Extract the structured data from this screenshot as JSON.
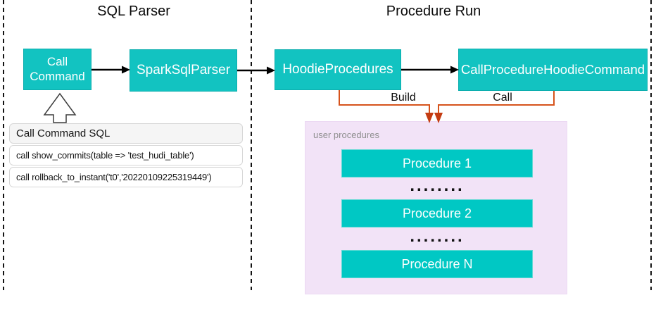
{
  "sections": {
    "sql_parser": {
      "title": "SQL Parser"
    },
    "procedure_run": {
      "title": "Procedure Run"
    }
  },
  "nodes": {
    "call_command": "Call Command",
    "spark_sql_parser": "SparkSqlParser",
    "hoodie_procedures": "HoodieProcedures",
    "call_procedure_hoodie_command": "CallProcedureHoodieCommand"
  },
  "edge_labels": {
    "build": "Build",
    "call": "Call"
  },
  "sql_table": {
    "header": "Call Command SQL",
    "rows": [
      "call show_commits(table => 'test_hudi_table')",
      "call rollback_to_instant('t0','20220109225319449')"
    ]
  },
  "user_procedures": {
    "label": "user procedures",
    "items": [
      "Procedure 1",
      "Procedure 2",
      "Procedure N"
    ],
    "ellipsis": "........"
  },
  "colors": {
    "node_teal": "#12c3c1",
    "procedure_teal": "#00c8c4",
    "container_purple": "#f2e3f7",
    "connector_orange": "#d6531c",
    "connector_arrowhead": "#c43c12",
    "arrow_black": "#000000",
    "table_header_gray": "#f5f5f5"
  }
}
